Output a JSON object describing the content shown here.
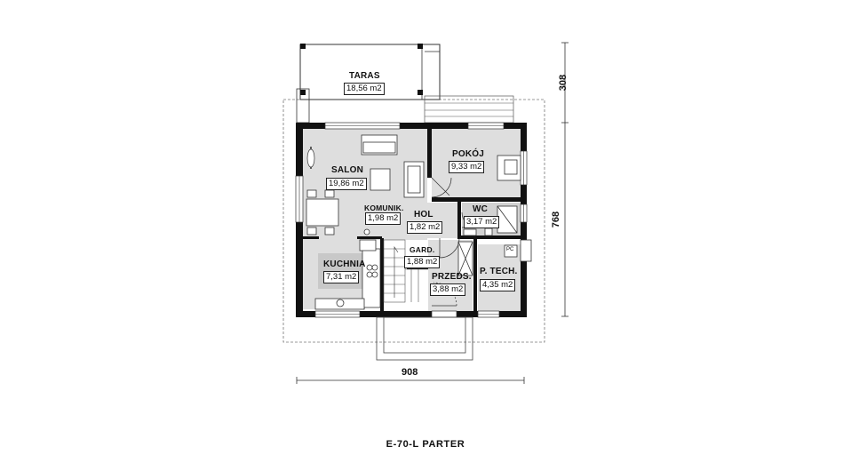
{
  "drawing_title": "E-70-L PARTER",
  "dimensions": {
    "width": "908",
    "height_top": "308",
    "height_main": "768"
  },
  "rooms": [
    {
      "id": "taras",
      "name": "TARAS",
      "area": "18,56 m2"
    },
    {
      "id": "salon",
      "name": "SALON",
      "area": "19,86 m2"
    },
    {
      "id": "pokoj",
      "name": "POKÓJ",
      "area": "9,33 m2"
    },
    {
      "id": "komunik",
      "name": "KOMUNIK.",
      "area": "1,98 m2"
    },
    {
      "id": "hol",
      "name": "HOL",
      "area": "1,82 m2"
    },
    {
      "id": "wc",
      "name": "WC",
      "area": "3,17 m2"
    },
    {
      "id": "kuchnia",
      "name": "KUCHNIA",
      "area": "7,31 m2"
    },
    {
      "id": "gard",
      "name": "GARD.",
      "area": "1,88 m2"
    },
    {
      "id": "przeds",
      "name": "PRZEDS.",
      "area": "3,88 m2"
    },
    {
      "id": "ptech",
      "name": "P. TECH.",
      "area": "4,35 m2"
    }
  ],
  "equipment": {
    "boiler_label": "PC"
  },
  "colors": {
    "wall": "#111111",
    "floor_grey": "#dedede",
    "kitchen_grey": "#c8c8c8",
    "wc_grey": "#d2d2d2"
  }
}
